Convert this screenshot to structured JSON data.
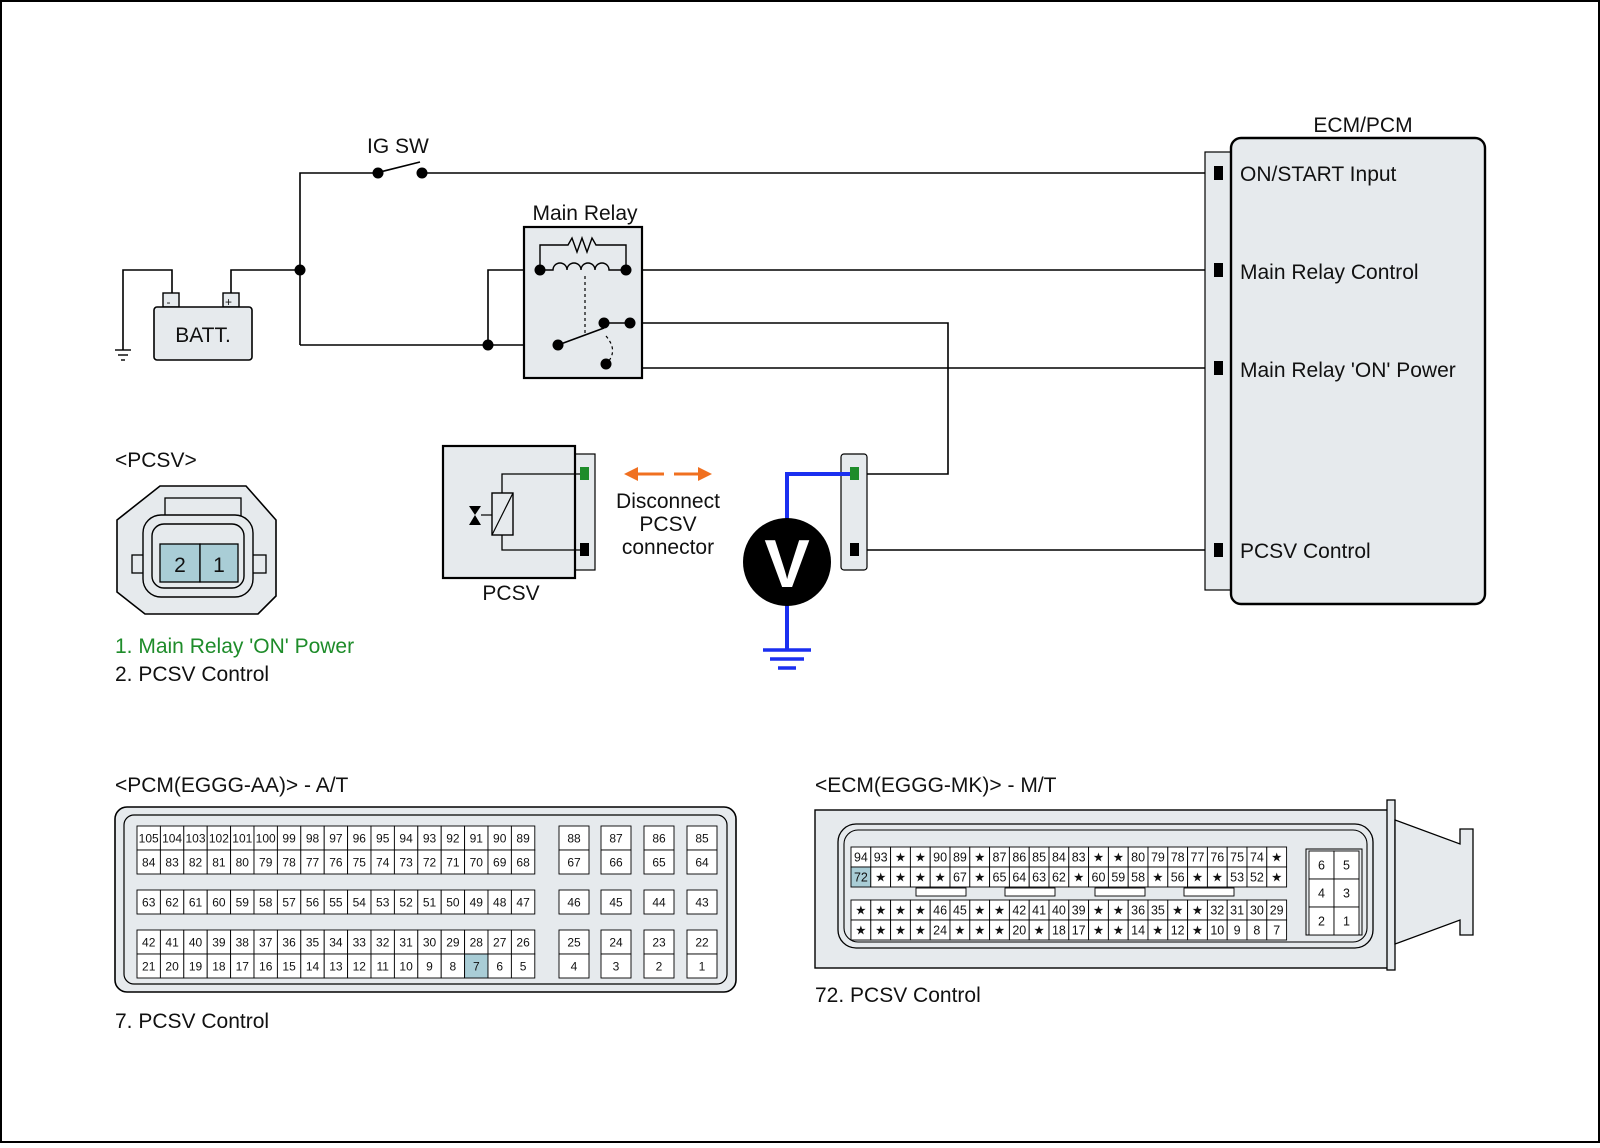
{
  "colors": {
    "box_fill": "#e6eaed",
    "pin_highlight": "#a9cdd6",
    "green": "#1e8c2a",
    "orange": "#f07020",
    "blue": "#1a2ff0",
    "line": "#000000"
  },
  "circuit": {
    "ig_sw_label": "IG SW",
    "batt_label": "BATT.",
    "batt_minus": "-",
    "batt_plus": "+",
    "main_relay_label": "Main Relay",
    "ecm_label": "ECM/PCM",
    "ecm_pins": [
      "ON/START Input",
      "Main Relay Control",
      "Main Relay 'ON' Power",
      "PCSV Control"
    ],
    "pcsv_label": "PCSV",
    "disconnect_note": [
      "Disconnect",
      "PCSV",
      "connector"
    ],
    "voltmeter_symbol": "V"
  },
  "pcsv_connector": {
    "title": "<PCSV>",
    "pins": [
      "2",
      "1"
    ],
    "legend": [
      "1. Main Relay 'ON' Power",
      "2. PCSV Control"
    ]
  },
  "pcm_connector": {
    "title": "<PCM(EGGG-AA)> - A/T",
    "legend": "7. PCSV Control",
    "highlight": "7",
    "groups": [
      {
        "rows": [
          [
            "105",
            "104",
            "103",
            "102",
            "101",
            "100",
            "99",
            "98",
            "97",
            "96",
            "95",
            "94",
            "93",
            "92",
            "91",
            "90",
            "89"
          ],
          [
            "84",
            "83",
            "82",
            "81",
            "80",
            "79",
            "78",
            "77",
            "76",
            "75",
            "74",
            "73",
            "72",
            "71",
            "70",
            "69",
            "68"
          ]
        ]
      },
      {
        "rows": [
          [
            "88"
          ],
          [
            "67"
          ]
        ]
      },
      {
        "rows": [
          [
            "87"
          ],
          [
            "66"
          ]
        ]
      },
      {
        "rows": [
          [
            "86"
          ],
          [
            "65"
          ]
        ]
      },
      {
        "rows": [
          [
            "85"
          ],
          [
            "64"
          ]
        ]
      },
      {
        "rows": [
          [
            "63",
            "62",
            "61",
            "60",
            "59",
            "58",
            "57",
            "56",
            "55",
            "54",
            "53",
            "52",
            "51",
            "50",
            "49",
            "48",
            "47"
          ]
        ]
      },
      {
        "rows": [
          [
            "46"
          ]
        ]
      },
      {
        "rows": [
          [
            "45"
          ]
        ]
      },
      {
        "rows": [
          [
            "44"
          ]
        ]
      },
      {
        "rows": [
          [
            "43"
          ]
        ]
      },
      {
        "rows": [
          [
            "42",
            "41",
            "40",
            "39",
            "38",
            "37",
            "36",
            "35",
            "34",
            "33",
            "32",
            "31",
            "30",
            "29",
            "28",
            "27",
            "26"
          ],
          [
            "21",
            "20",
            "19",
            "18",
            "17",
            "16",
            "15",
            "14",
            "13",
            "12",
            "11",
            "10",
            "9",
            "8",
            "7",
            "6",
            "5"
          ]
        ]
      },
      {
        "rows": [
          [
            "25"
          ],
          [
            "4"
          ]
        ]
      },
      {
        "rows": [
          [
            "24"
          ],
          [
            "3"
          ]
        ]
      },
      {
        "rows": [
          [
            "23"
          ],
          [
            "2"
          ]
        ]
      },
      {
        "rows": [
          [
            "22"
          ],
          [
            "1"
          ]
        ]
      }
    ]
  },
  "ecm_connector": {
    "title": "<ECM(EGGG-MK)> - M/T",
    "legend": "72. PCSV Control",
    "highlight": "72",
    "main_rows": [
      [
        "94",
        "93",
        "★",
        "★",
        "90",
        "89",
        "★",
        "87",
        "86",
        "85",
        "84",
        "83",
        "★",
        "★",
        "80",
        "79",
        "78",
        "77",
        "76",
        "75",
        "74",
        "★"
      ],
      [
        "72",
        "★",
        "★",
        "★",
        "★",
        "67",
        "★",
        "65",
        "64",
        "63",
        "62",
        "★",
        "60",
        "59",
        "58",
        "★",
        "56",
        "★",
        "★",
        "53",
        "52",
        "★"
      ],
      [
        "★",
        "★",
        "★",
        "★",
        "46",
        "45",
        "★",
        "★",
        "42",
        "41",
        "40",
        "39",
        "★",
        "★",
        "36",
        "35",
        "★",
        "★",
        "32",
        "31",
        "30",
        "29"
      ],
      [
        "★",
        "★",
        "★",
        "★",
        "24",
        "★",
        "★",
        "★",
        "20",
        "★",
        "18",
        "17",
        "★",
        "★",
        "14",
        "★",
        "12",
        "★",
        "10",
        "9",
        "8",
        "7"
      ]
    ],
    "side_rows": [
      [
        "6",
        "5"
      ],
      [
        "4",
        "3"
      ],
      [
        "2",
        "1"
      ]
    ]
  }
}
